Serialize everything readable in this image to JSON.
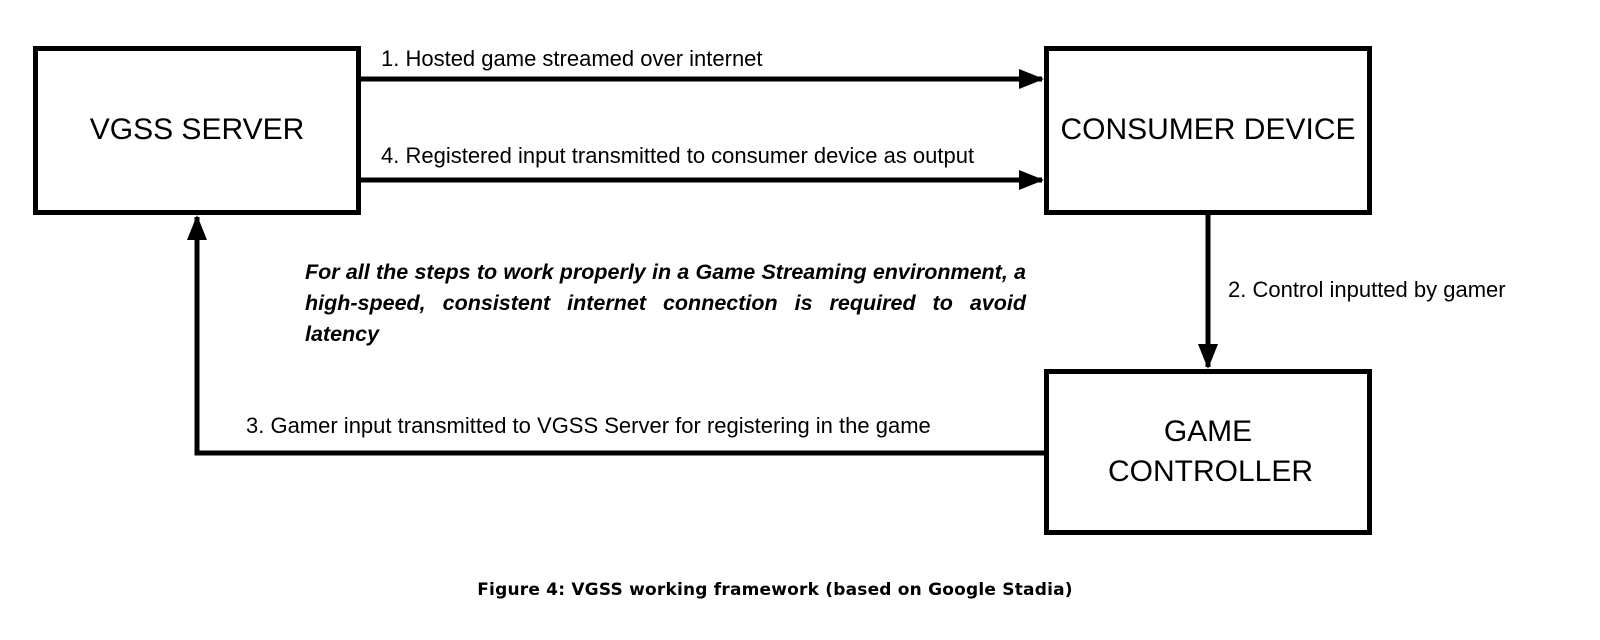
{
  "nodes": {
    "server": "VGSS SERVER",
    "consumer": "CONSUMER DEVICE",
    "controller": "GAME CONTROLLER"
  },
  "edges": {
    "step1": "1. Hosted game streamed over internet",
    "step2": "2. Control inputted by gamer",
    "step3": "3. Gamer input transmitted to VGSS Server for registering in the game",
    "step4": "4. Registered input transmitted to consumer device as output"
  },
  "note": "For all the steps to work properly in a Game Streaming environment, a high-speed, consistent internet connection is required to avoid latency",
  "caption": "Figure 4: VGSS working framework (based on Google Stadia)",
  "colors": {
    "stroke": "#000000",
    "background": "#ffffff"
  }
}
